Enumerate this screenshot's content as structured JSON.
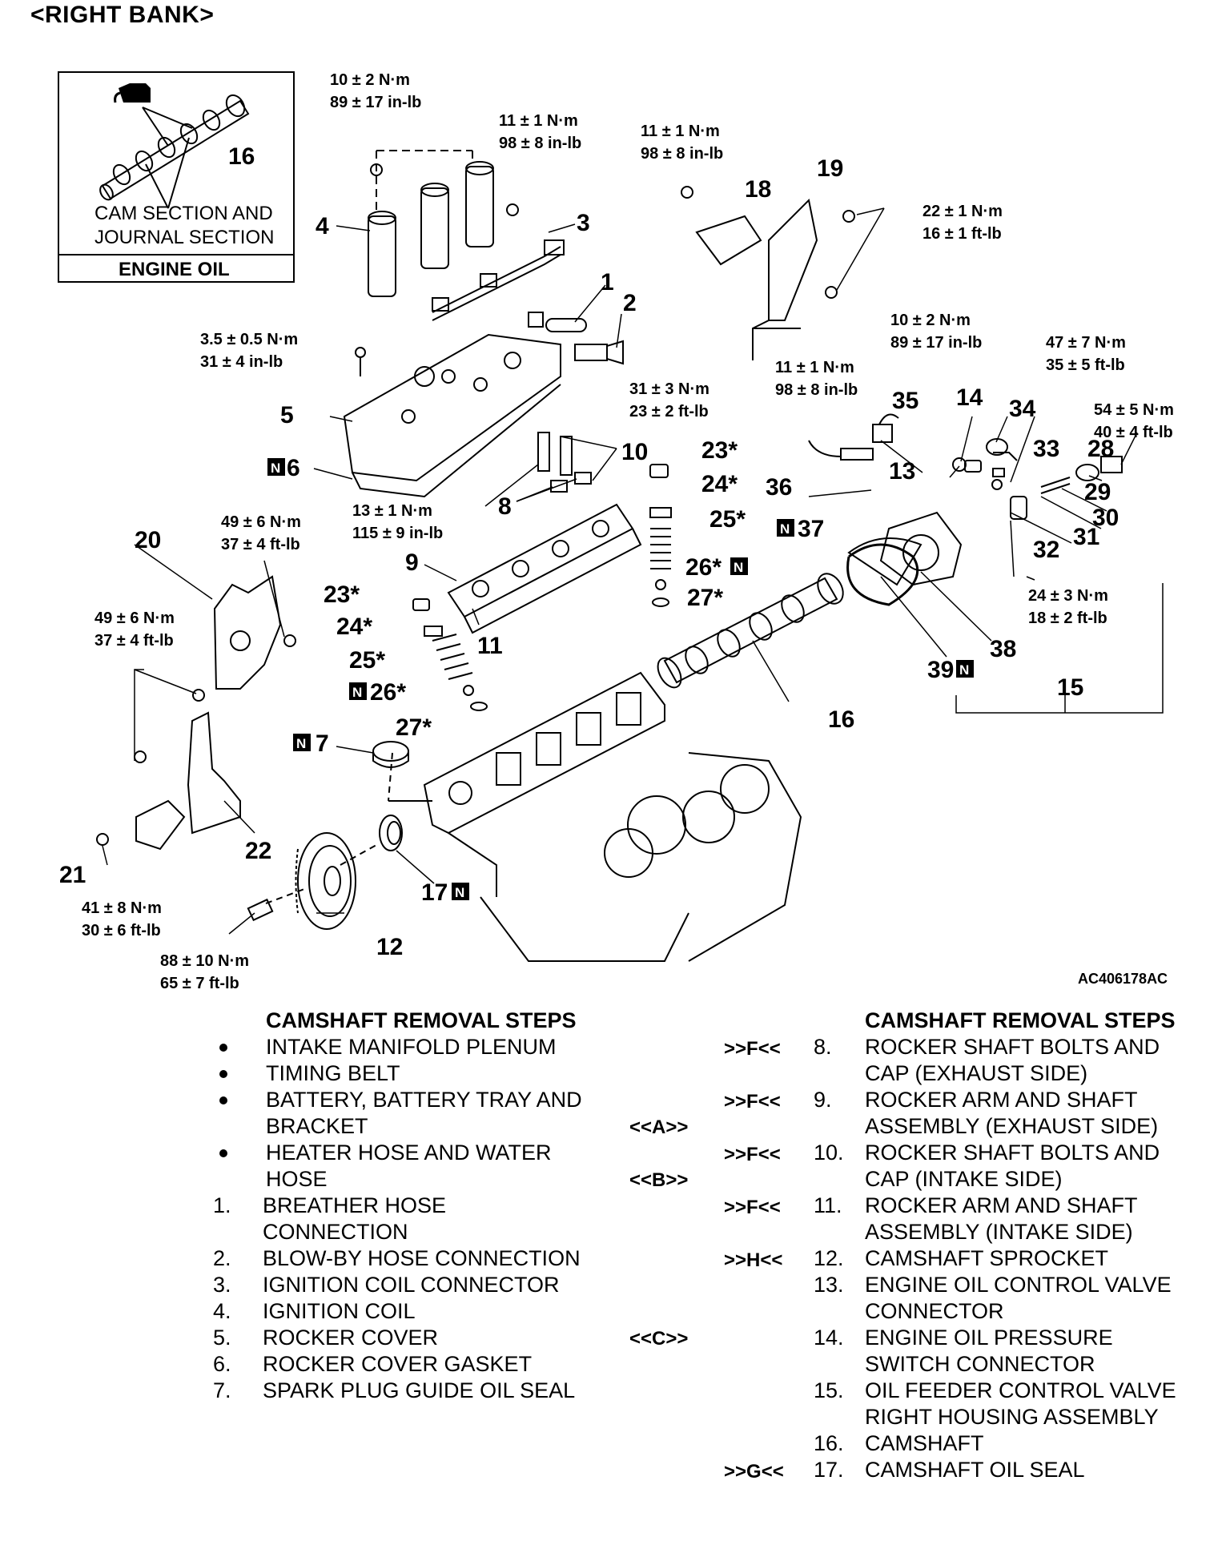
{
  "title": "<RIGHT BANK>",
  "figure_code": "AC406178AC",
  "inset": {
    "line1": "CAM SECTION AND",
    "line2": "JOURNAL SECTION",
    "label": "ENGINE OIL",
    "callout": "16"
  },
  "torques": {
    "t1": [
      "10 ± 2 N·m",
      "89 ± 17 in-lb"
    ],
    "t2": [
      "11 ± 1 N·m",
      "98 ± 8 in-lb"
    ],
    "t3": [
      "11 ± 1 N·m",
      "98 ± 8 in-lb"
    ],
    "t4": [
      "22 ± 1 N·m",
      "16 ± 1 ft-lb"
    ],
    "t5": [
      "3.5 ± 0.5 N·m",
      "31 ± 4 in-lb"
    ],
    "t6": [
      "31 ± 3 N·m",
      "23 ± 2 ft-lb"
    ],
    "t7": [
      "10 ± 2 N·m",
      "89 ± 17 in-lb"
    ],
    "t8": [
      "47 ± 7 N·m",
      "35 ± 5 ft-lb"
    ],
    "t9": [
      "11 ± 1 N·m",
      "98 ± 8 in-lb"
    ],
    "t10": [
      "54 ± 5 N·m",
      "40 ± 4 ft-lb"
    ],
    "t11": [
      "13 ± 1 N·m",
      "115 ± 9 in-lb"
    ],
    "t12": [
      "49 ± 6 N·m",
      "37 ± 4 ft-lb"
    ],
    "t13": [
      "49 ± 6 N·m",
      "37 ± 4 ft-lb"
    ],
    "t14": [
      "24 ± 3 N·m",
      "18 ± 2 ft-lb"
    ],
    "t15": [
      "41 ± 8 N·m",
      "30 ± 6 ft-lb"
    ],
    "t16": [
      "88 ± 10 N·m",
      "65 ± 7 ft-lb"
    ]
  },
  "callouts": {
    "c1": "1",
    "c2": "2",
    "c3": "3",
    "c4": "4",
    "c5": "5",
    "c6": "6",
    "c7": "7",
    "c8": "8",
    "c9": "9",
    "c10": "10",
    "c11": "11",
    "c12": "12",
    "c13": "13",
    "c14": "14",
    "c15": "15",
    "c16": "16",
    "c17": "17",
    "c18": "18",
    "c19": "19",
    "c20": "20",
    "c21": "21",
    "c22": "22",
    "c23a": "23*",
    "c23b": "23*",
    "c24a": "24*",
    "c24b": "24*",
    "c25a": "25*",
    "c25b": "25*",
    "c26a": "26*",
    "c26b": "26*",
    "c27a": "27*",
    "c27b": "27*",
    "c28": "28",
    "c29": "29",
    "c30": "30",
    "c31": "31",
    "c32": "32",
    "c33": "33",
    "c34": "34",
    "c35": "35",
    "c36": "36",
    "c37": "37",
    "c38": "38",
    "c39": "39",
    "n": "N"
  },
  "left_steps": {
    "header": "CAMSHAFT REMOVAL STEPS",
    "items": [
      {
        "num": "",
        "text": "INTAKE MANIFOLD PLENUM",
        "bullet": true
      },
      {
        "num": "",
        "text": "TIMING BELT",
        "bullet": true
      },
      {
        "num": "",
        "text": "BATTERY, BATTERY TRAY AND\nBRACKET",
        "bullet": true
      },
      {
        "num": "",
        "text": "HEATER HOSE AND WATER\nHOSE",
        "bullet": true
      },
      {
        "num": "1.",
        "text": "BREATHER HOSE\nCONNECTION"
      },
      {
        "num": "2.",
        "text": "BLOW-BY HOSE CONNECTION"
      },
      {
        "num": "3.",
        "text": "IGNITION COIL CONNECTOR"
      },
      {
        "num": "4.",
        "text": "IGNITION COIL"
      },
      {
        "num": "5.",
        "text": "ROCKER COVER"
      },
      {
        "num": "6.",
        "text": "ROCKER COVER GASKET"
      },
      {
        "num": "7.",
        "text": "SPARK PLUG GUIDE OIL SEAL"
      }
    ]
  },
  "middle_refs": {
    "a": "<<A>>",
    "b": "<<B>>",
    "c": "<<C>>"
  },
  "right_steps": {
    "header": "CAMSHAFT REMOVAL STEPS",
    "items": [
      {
        "ref": ">>F<<",
        "num": "8.",
        "text": "ROCKER SHAFT BOLTS AND\nCAP (EXHAUST SIDE)"
      },
      {
        "ref": ">>F<<",
        "num": "9.",
        "text": "ROCKER ARM AND SHAFT\nASSEMBLY (EXHAUST SIDE)"
      },
      {
        "ref": ">>F<<",
        "num": "10.",
        "text": "ROCKER SHAFT BOLTS AND\nCAP (INTAKE SIDE)"
      },
      {
        "ref": ">>F<<",
        "num": "11.",
        "text": "ROCKER ARM AND SHAFT\nASSEMBLY (INTAKE SIDE)"
      },
      {
        "ref": ">>H<<",
        "num": "12.",
        "text": "CAMSHAFT SPROCKET"
      },
      {
        "ref": "",
        "num": "13.",
        "text": "ENGINE OIL CONTROL VALVE\nCONNECTOR"
      },
      {
        "ref": "",
        "num": "14.",
        "text": "ENGINE OIL PRESSURE\nSWITCH CONNECTOR"
      },
      {
        "ref": "",
        "num": "15.",
        "text": "OIL FEEDER CONTROL VALVE\nRIGHT HOUSING ASSEMBLY"
      },
      {
        "ref": "",
        "num": "16.",
        "text": "CAMSHAFT"
      },
      {
        "ref": ">>G<<",
        "num": "17.",
        "text": "CAMSHAFT OIL SEAL"
      }
    ]
  }
}
